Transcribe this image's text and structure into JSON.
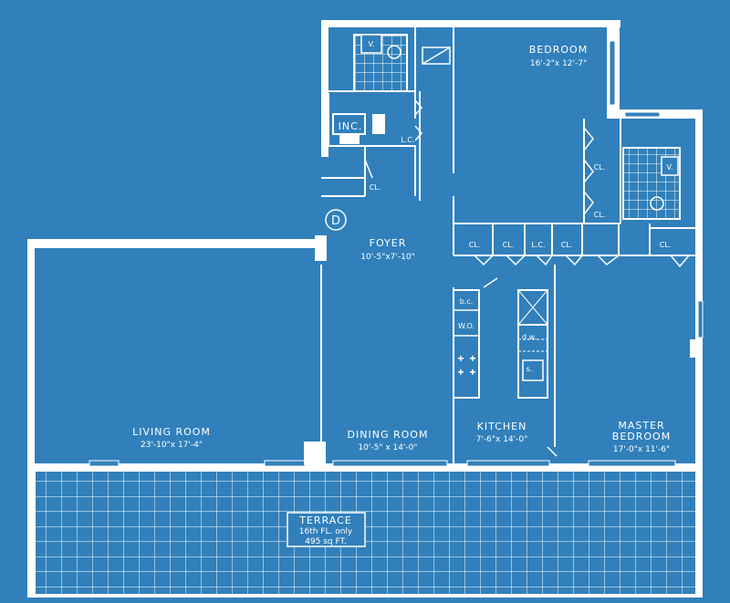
{
  "rooms": {
    "bedroom": {
      "name": "BEDROOM",
      "dims": "16'-2\"x 12'-7\""
    },
    "foyer": {
      "name": "FOYER",
      "dims": "10'-5\"x7'-10\""
    },
    "living": {
      "name": "LIVING ROOM",
      "dims": "23'-10\"x 17'-4\""
    },
    "dining": {
      "name": "DINING ROOM",
      "dims": "10'-5\" x 14'-0\""
    },
    "kitchen": {
      "name": "KITCHEN",
      "dims": "7'-6\"x 14'-0\""
    },
    "master": {
      "name": "MASTER",
      "name2": "BEDROOM",
      "dims": "17'-0\"x 11'-6\""
    },
    "terrace": {
      "name": "TERRACE",
      "note1": "16th FL. only",
      "note2": "495 sq FT."
    }
  },
  "fixtures": {
    "inc": "INC.",
    "vanity": "V.",
    "closet": "CL.",
    "linen_closet": "L.C.",
    "bc": "b.c.",
    "wo": "W.O.",
    "dw": "d.w.",
    "sink": "s."
  },
  "marker": "D"
}
